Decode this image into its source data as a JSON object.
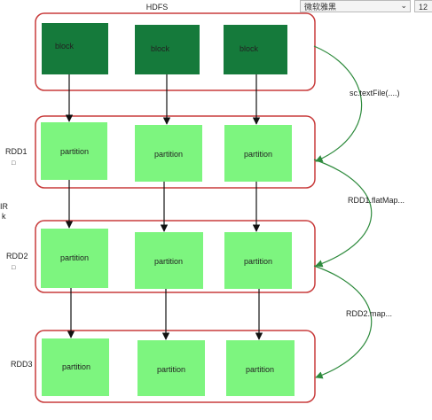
{
  "toolbar": {
    "font_name": "微软雅黑",
    "font_size": "12",
    "dropdown_glyph": "⌄"
  },
  "clipped_text": {
    "line1": "IR",
    "line2": "k"
  },
  "colors": {
    "block_fill": "#157a3b",
    "partition_fill": "#7df57f",
    "group_border": "#c83b3b",
    "arrow_black": "#111111",
    "arrow_green": "#2d8a3c"
  },
  "diagram": {
    "hdfs": {
      "title": "HDFS",
      "blocks": [
        "block",
        "block",
        "block"
      ]
    },
    "rdds": [
      {
        "name": "RDD1",
        "marker": "□",
        "partitions": [
          "partition",
          "partition",
          "partition"
        ]
      },
      {
        "name": "RDD2",
        "marker": "□",
        "partitions": [
          "partition",
          "partition",
          "partition"
        ]
      },
      {
        "name": "RDD3",
        "marker": "",
        "partitions": [
          "partition",
          "partition",
          "partition"
        ]
      }
    ],
    "transforms": [
      "sc.textFile(....)",
      "RDD1.flatMap...",
      "RDD2.map..."
    ]
  }
}
